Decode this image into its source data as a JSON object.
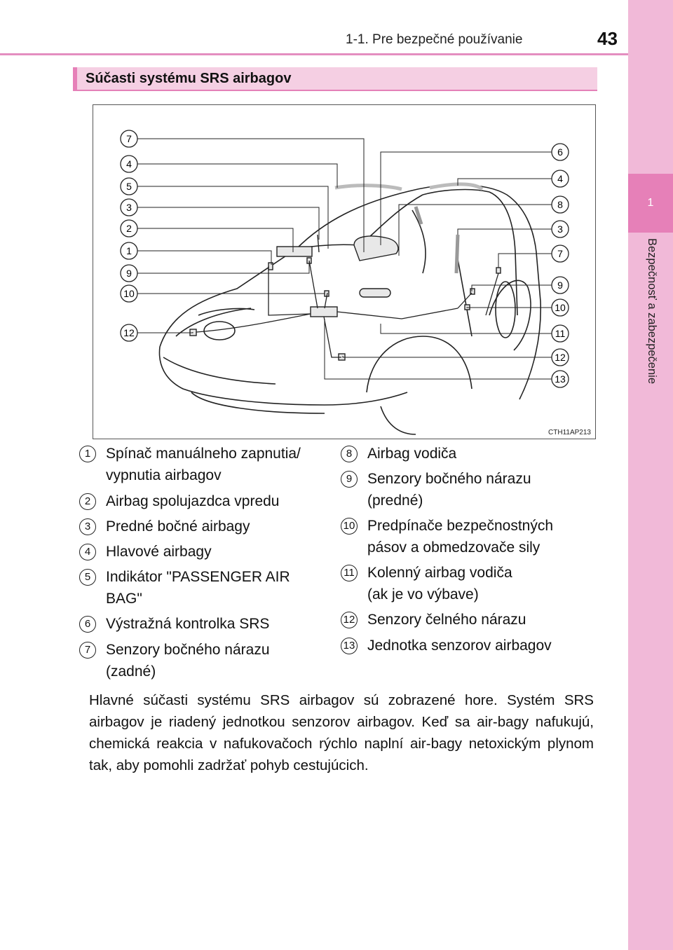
{
  "header": {
    "section": "1-1. Pre bezpečné používanie",
    "page_number": "43"
  },
  "side_tab": {
    "number": "1",
    "label": "Bezpečnosť a zabezpečenie"
  },
  "section_title": "Súčasti systému SRS airbagov",
  "figure": {
    "code": "CTH11AP213",
    "left_callouts": [
      "7",
      "4",
      "5",
      "3",
      "2",
      "1",
      "9",
      "10",
      "12"
    ],
    "right_callouts": [
      "6",
      "4",
      "8",
      "3",
      "7",
      "9",
      "10",
      "11",
      "12",
      "13"
    ]
  },
  "legend": [
    {
      "num": "1",
      "text": "Spínač manuálneho zapnutia/\nvypnutia airbagov"
    },
    {
      "num": "2",
      "text": "Airbag spolujazdca vpredu"
    },
    {
      "num": "3",
      "text": "Predné bočné airbagy"
    },
    {
      "num": "4",
      "text": "Hlavové airbagy"
    },
    {
      "num": "5",
      "text": "Indikátor \"PASSENGER AIR\nBAG\""
    },
    {
      "num": "6",
      "text": "Výstražná kontrolka SRS"
    },
    {
      "num": "7",
      "text": "Senzory bočného nárazu\n(zadné)"
    },
    {
      "num": "8",
      "text": "Airbag vodiča"
    },
    {
      "num": "9",
      "text": "Senzory bočného nárazu\n(predné)"
    },
    {
      "num": "10",
      "text": "Predpínače bezpečnostných\npásov a obmedzovače sily"
    },
    {
      "num": "11",
      "text": "Kolenný airbag vodiča\n(ak je vo výbave)"
    },
    {
      "num": "12",
      "text": "Senzory čelného nárazu"
    },
    {
      "num": "13",
      "text": "Jednotka senzorov airbagov"
    }
  ],
  "body_text": "Hlavné súčasti systému SRS airbagov sú zobrazené hore. Systém SRS airbagov je riadený jednotkou senzorov airbagov. Keď sa air-bagy nafukujú, chemická reakcia v nafukovačoch rýchlo naplní air-bagy netoxickým plynom tak, aby pomohli zadržať pohyb cestujúcich."
}
